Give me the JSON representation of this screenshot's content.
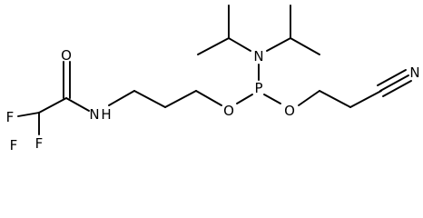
{
  "molecule": {
    "atoms": {
      "F1": "F",
      "F2": "F",
      "F3": "F",
      "O_carbonyl": "O",
      "NH": "N",
      "H": "H",
      "O_left": "O",
      "P": "P",
      "O_right": "O",
      "N_amine": "N",
      "N_nitrile": "N"
    }
  },
  "colors": {
    "bond": "#000000",
    "label": "#000000",
    "background": "#ffffff"
  }
}
